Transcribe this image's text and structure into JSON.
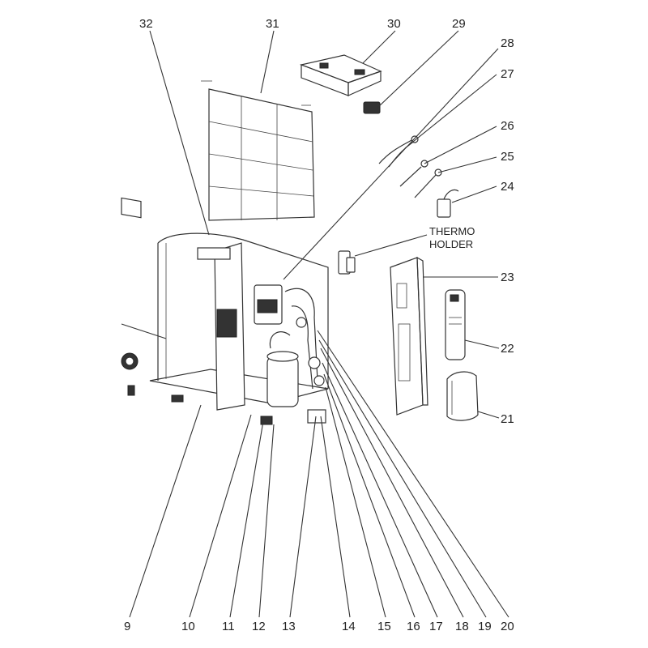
{
  "callouts": {
    "c9": "9",
    "c10": "10",
    "c11": "11",
    "c12": "12",
    "c13": "13",
    "c14": "14",
    "c15": "15",
    "c16": "16",
    "c17": "17",
    "c18": "18",
    "c19": "19",
    "c20": "20",
    "c21": "21",
    "c22": "22",
    "c23": "23",
    "c24": "24",
    "c25": "25",
    "c26": "26",
    "c27": "27",
    "c28": "28",
    "c29": "29",
    "c30": "30",
    "c31": "31",
    "c32": "32"
  },
  "labels": {
    "thermo_line1": "THERMO",
    "thermo_line2": "HOLDER"
  }
}
